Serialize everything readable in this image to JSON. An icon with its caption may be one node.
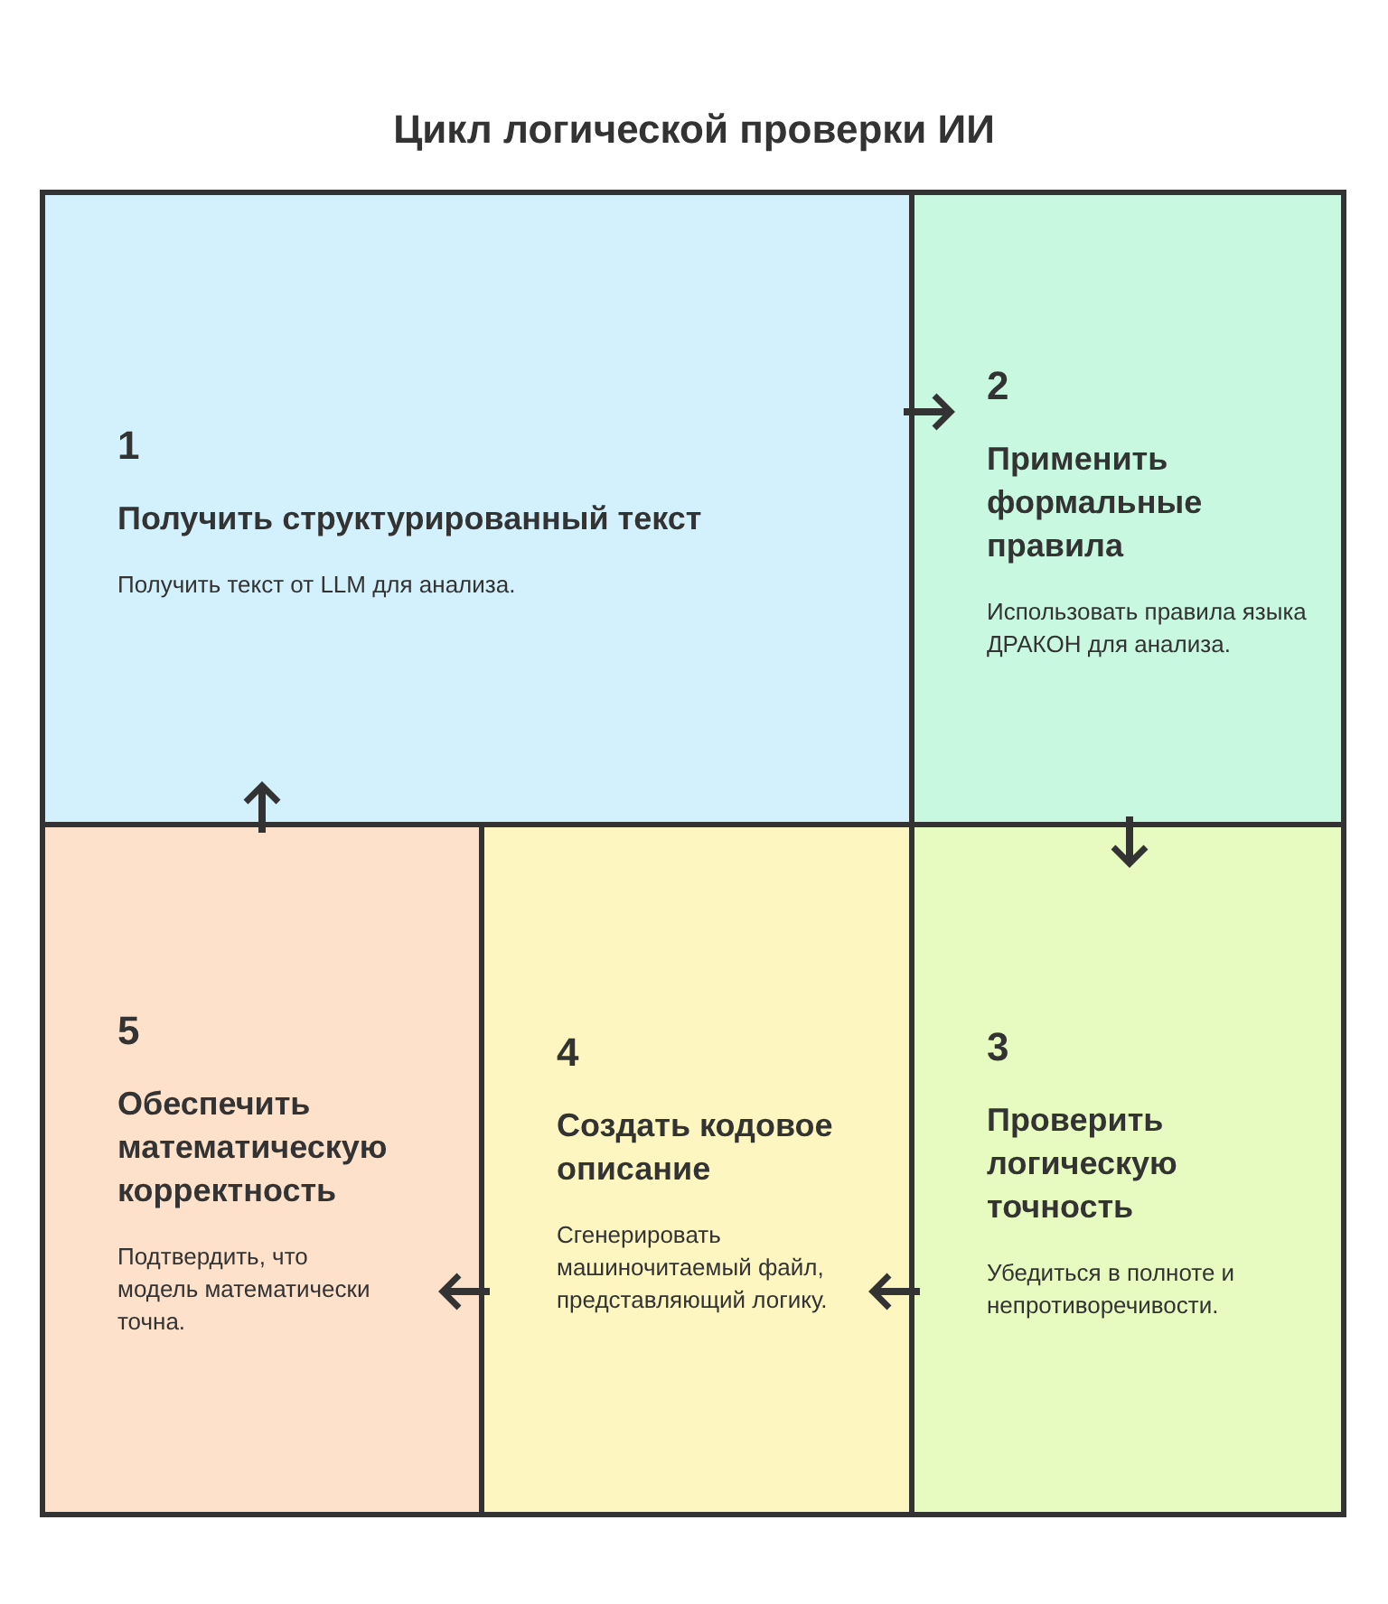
{
  "diagram": {
    "title": "Цикл логической проверки ИИ",
    "nodes": [
      {
        "text": [
          "1",
          "Получить структурированный текст",
          "Получить текст от LLM для анализа."
        ]
      },
      {
        "text": [
          "2",
          "Применить формальные правила",
          "Использовать правила языка ДРАКОН для анализа."
        ]
      },
      {
        "text": [
          "3",
          "Проверить логическую точность",
          "Убедиться в полноте и непротиворечивости."
        ]
      },
      {
        "text": [
          "4",
          "Создать кодовое описание",
          "Сгенерировать машиночитаемый файл, представляющий логику."
        ]
      },
      {
        "text": [
          "5",
          "Обеспечить математическую корректность",
          "Подтвердить, что модель математически точна."
        ]
      }
    ],
    "edges": [
      {
        "from": 0,
        "to": 1,
        "arrow": "to"
      },
      {
        "from": 1,
        "to": 2,
        "arrow": "to"
      },
      {
        "from": 2,
        "to": 3,
        "arrow": "to"
      },
      {
        "from": 3,
        "to": 4,
        "arrow": "to"
      },
      {
        "from": 4,
        "to": 0,
        "arrow": "to"
      }
    ]
  }
}
